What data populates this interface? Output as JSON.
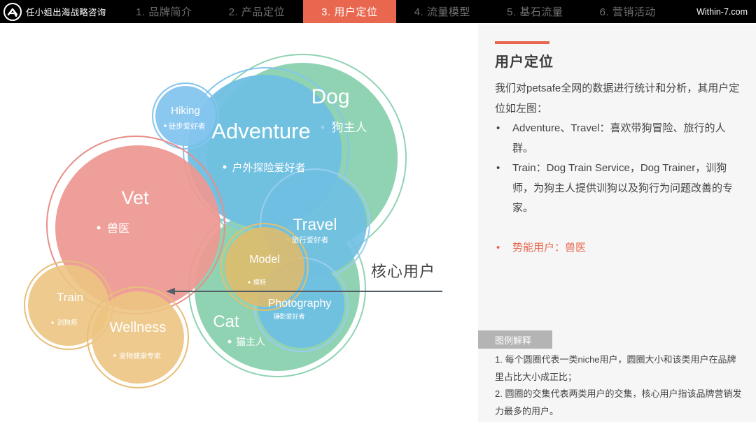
{
  "header": {
    "brand": "任小姐出海战略咨询",
    "logo_icon": "brand-logo-icon",
    "nav": [
      {
        "label": "1. 品牌简介",
        "active": false
      },
      {
        "label": "2. 产品定位",
        "active": false
      },
      {
        "label": "3. 用户定位",
        "active": true
      },
      {
        "label": "4. 流量模型",
        "active": false
      },
      {
        "label": "5. 基石流量",
        "active": false
      },
      {
        "label": "6. 营销活动",
        "active": false
      }
    ],
    "site": "Within-7.com"
  },
  "panel": {
    "title": "用户定位",
    "intro": "我们对petsafe全网的数据进行统计和分析，其用户定位如左图：",
    "bullets": [
      {
        "dot": "•",
        "text": "Adventure、Travel：喜欢带狗冒险、旅行的人群。"
      },
      {
        "dot": "•",
        "text": "Train：Dog Train Service，Dog Trainer，训狗师，为狗主人提供训狗以及狗行为问题改善的专家。"
      }
    ],
    "highlight": {
      "dot": "•",
      "text": "势能用户：兽医"
    },
    "legend_title": "图例解释",
    "legend_items": [
      "1. 每个圆圈代表一类niche用户，圆圈大小和该类用户在品牌里占比大小成正比；",
      "2. 圆圈的交集代表两类用户的交集，核心用户指该品牌营销发力最多的用户。"
    ]
  },
  "diagram": {
    "core_label": "核心用户",
    "circles": [
      {
        "id": "dog",
        "name": "Dog",
        "sub": "狗主人",
        "color": "#8fd3b3"
      },
      {
        "id": "adventure",
        "name": "Adventure",
        "sub": "户外探险爱好者",
        "color": "#6fbfe3"
      },
      {
        "id": "hiking",
        "name": "Hiking",
        "sub": "徒步爱好者",
        "color": "#84c5ef"
      },
      {
        "id": "vet",
        "name": "Vet",
        "sub": "兽医",
        "color": "#ee9891"
      },
      {
        "id": "travel",
        "name": "Travel",
        "sub": "旅行爱好者",
        "color": "#6fbfe3"
      },
      {
        "id": "cat",
        "name": "Cat",
        "sub": "猫主人",
        "color": "#8fd3b3"
      },
      {
        "id": "model",
        "name": "Model",
        "sub": "模特",
        "color": "#e5c06d"
      },
      {
        "id": "photography",
        "name": "Photography",
        "sub": "摄影爱好者",
        "color": "#6fbfe3"
      },
      {
        "id": "train",
        "name": "Train",
        "sub": "训狗师",
        "color": "#ecc885"
      },
      {
        "id": "wellness",
        "name": "Wellness",
        "sub": "宠物健康专家",
        "color": "#ecc885"
      }
    ]
  },
  "colors": {
    "accent": "#e8674e",
    "nav_bg": "#000000",
    "panel_bg": "#f6f6f6",
    "legend_tag_bg": "#b4b4b4"
  }
}
